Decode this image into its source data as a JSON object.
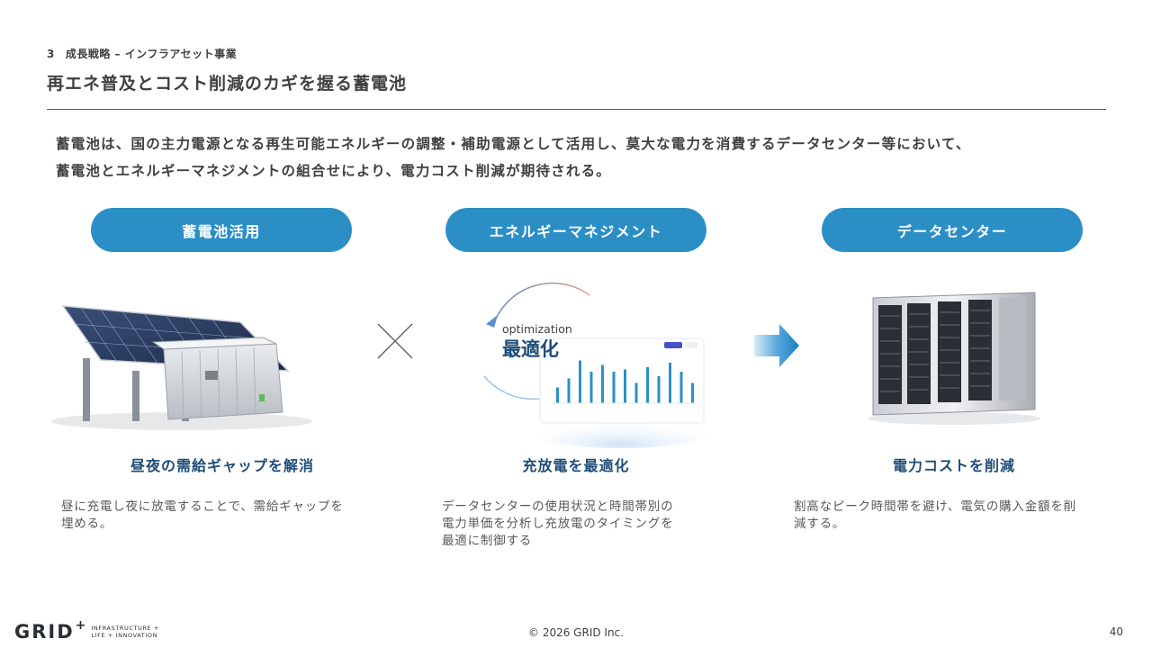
{
  "header": {
    "section_number": "3",
    "section_label": "成長戦略 – インフラアセット事業",
    "title": "再エネ普及とコスト削減のカギを握る蓄電池"
  },
  "intro": {
    "line1": "蓄電池は、国の主力電源となる再生可能エネルギーの調整・補助電源として活用し、莫大な電力を消費するデータセンター等において、",
    "line2": "蓄電池とエネルギーマネジメントの組合せにより、電力コスト削減が期待される。"
  },
  "columns": [
    {
      "pill": "蓄電池活用",
      "heading": "昼夜の需給ギャップを解消",
      "desc_lines": [
        "昼に充電し夜に放電することで、需給ギャップを",
        "埋める。"
      ]
    },
    {
      "pill": "エネルギーマネジメント",
      "heading": "充放電を最適化",
      "desc_lines": [
        "データセンターの使用状況と時間帯別の",
        "電力単価を分析し充放電のタイミングを",
        "最適に制御する"
      ]
    },
    {
      "pill": "データセンター",
      "heading": "電力コストを削減",
      "desc_lines": [
        "割高なピーク時間帯を避け、電気の購入金額を削",
        "減する。"
      ]
    }
  ],
  "optimization_graphic": {
    "en_label": "optimization",
    "jp_label": "最適化",
    "bar_values": [
      0.35,
      0.55,
      0.95,
      0.7,
      0.85,
      0.7,
      0.75,
      0.45,
      0.8,
      0.6,
      0.9,
      0.7,
      0.45
    ],
    "accent": "#2b8fc6"
  },
  "footer": {
    "logo_word": "GRID",
    "logo_plus": "+",
    "logo_tag_line1": "INFRASTRUCTURE +",
    "logo_tag_line2": "LIFE + INNOVATION",
    "copyright": "© 2026 GRID Inc.",
    "page_number": "40"
  }
}
